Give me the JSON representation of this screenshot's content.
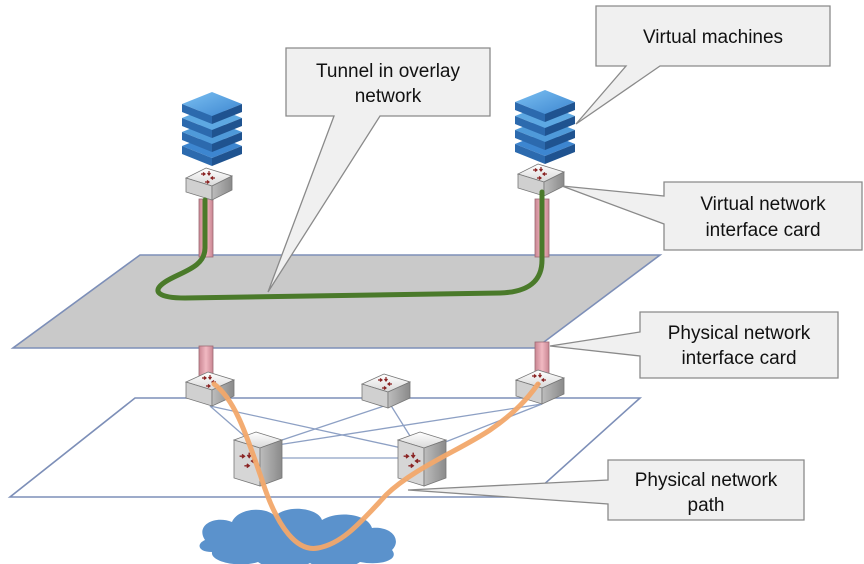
{
  "callouts": {
    "virtual_machines": [
      "Virtual machines"
    ],
    "tunnel": [
      "Tunnel in overlay",
      "network"
    ],
    "vnic": [
      "Virtual network",
      "interface card"
    ],
    "pnic": [
      "Physical network",
      "interface card"
    ],
    "path": [
      "Physical network",
      "path"
    ]
  },
  "colors": {
    "overlay_plane": "#c9c9c9",
    "plane_edge": "#7d8fb8",
    "tunnel": "#4a7a2a",
    "physical_path": "#f2a86a",
    "server": "#3d86d0",
    "cloud": "#5b92cc",
    "callout_fill": "#f0f0f0",
    "nic_connector": "#e8a6b0"
  },
  "icons": {
    "switch": "network-switch-icon",
    "server": "server-stack-icon",
    "cloud": "cloud-icon"
  }
}
